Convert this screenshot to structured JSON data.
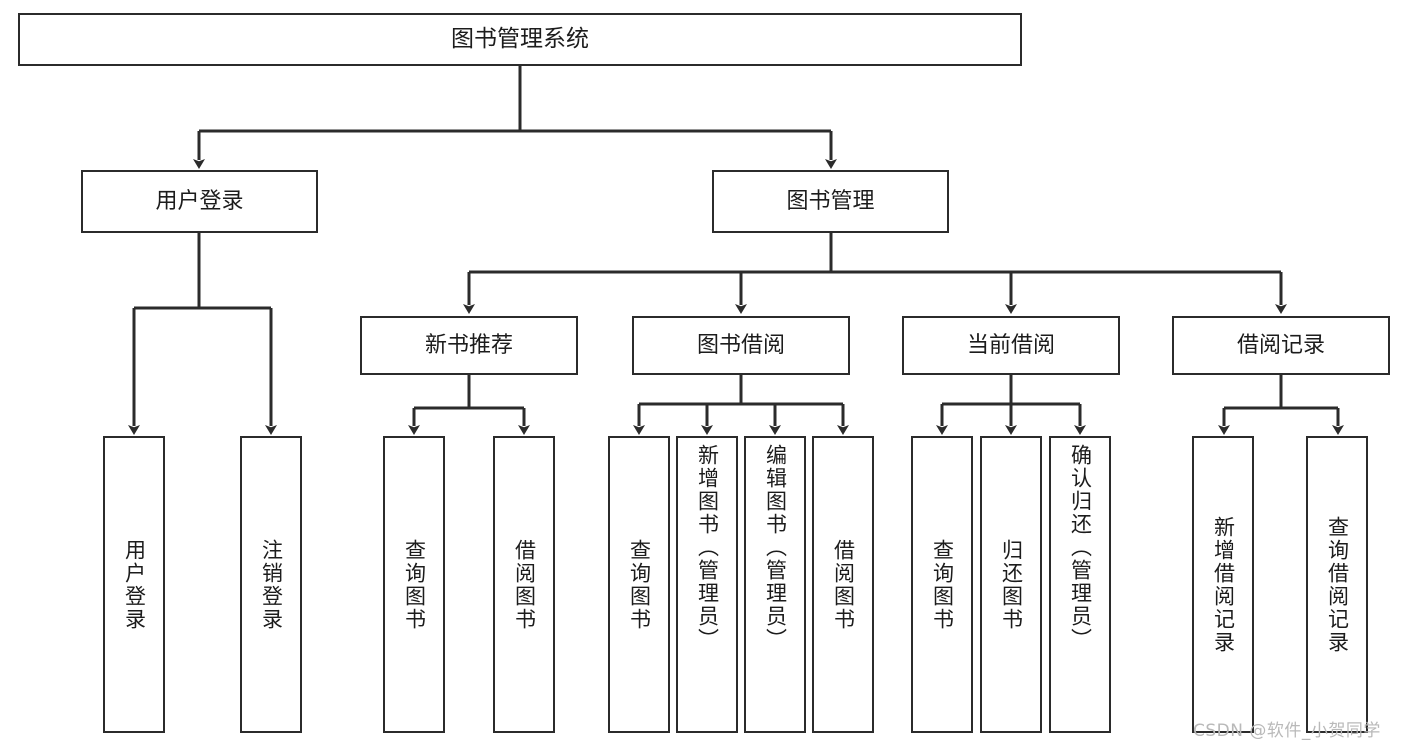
{
  "diagram": {
    "title": "图书管理系统",
    "type": "hierarchy-tree",
    "root": {
      "id": "root",
      "label": "图书管理系统",
      "orientation": "horizontal"
    },
    "level2": [
      {
        "id": "user-login",
        "label": "用户登录",
        "orientation": "horizontal"
      },
      {
        "id": "book-management",
        "label": "图书管理",
        "orientation": "horizontal"
      }
    ],
    "level3": [
      {
        "id": "new-book-recommend",
        "label": "新书推荐",
        "parent": "book-management",
        "orientation": "horizontal"
      },
      {
        "id": "book-borrow",
        "label": "图书借阅",
        "parent": "book-management",
        "orientation": "horizontal"
      },
      {
        "id": "current-borrow",
        "label": "当前借阅",
        "parent": "book-management",
        "orientation": "horizontal"
      },
      {
        "id": "borrow-record",
        "label": "借阅记录",
        "parent": "book-management",
        "orientation": "horizontal"
      }
    ],
    "leaves": [
      {
        "id": "leaf-user-login",
        "label": "用户登录",
        "parent": "user-login",
        "orientation": "vertical"
      },
      {
        "id": "leaf-user-logout",
        "label": "注销登录",
        "parent": "user-login",
        "orientation": "vertical"
      },
      {
        "id": "leaf-query-book-1",
        "label": "查询图书",
        "parent": "new-book-recommend",
        "orientation": "vertical"
      },
      {
        "id": "leaf-borrow-book-1",
        "label": "借阅图书",
        "parent": "new-book-recommend",
        "orientation": "vertical"
      },
      {
        "id": "leaf-query-book-2",
        "label": "查询图书",
        "parent": "book-borrow",
        "orientation": "vertical"
      },
      {
        "id": "leaf-add-book",
        "label": "新增图书（管理员）",
        "parent": "book-borrow",
        "orientation": "vertical"
      },
      {
        "id": "leaf-edit-book",
        "label": "编辑图书（管理员）",
        "parent": "book-borrow",
        "orientation": "vertical"
      },
      {
        "id": "leaf-borrow-book-2",
        "label": "借阅图书",
        "parent": "book-borrow",
        "orientation": "vertical"
      },
      {
        "id": "leaf-query-book-3",
        "label": "查询图书",
        "parent": "current-borrow",
        "orientation": "vertical"
      },
      {
        "id": "leaf-return-book",
        "label": "归还图书",
        "parent": "current-borrow",
        "orientation": "vertical"
      },
      {
        "id": "leaf-confirm-return",
        "label": "确认归还（管理员）",
        "parent": "current-borrow",
        "orientation": "vertical"
      },
      {
        "id": "leaf-add-record",
        "label": "新增借阅记录",
        "parent": "borrow-record",
        "orientation": "vertical"
      },
      {
        "id": "leaf-query-record",
        "label": "查询借阅记录",
        "parent": "borrow-record",
        "orientation": "vertical"
      }
    ],
    "colors": {
      "stroke": "#2b2b2b",
      "fill": "#ffffff",
      "text": "#1c1c1c",
      "watermark": "#b9b9b9"
    }
  },
  "watermark": {
    "text": "CSDN @软件_小贺同学"
  }
}
